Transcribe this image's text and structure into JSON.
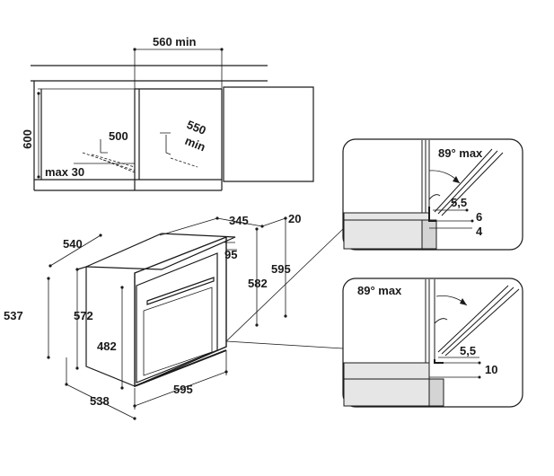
{
  "cabinet": {
    "width_min": "560 min",
    "height": "600",
    "depth": "500",
    "depth_min": "550",
    "depth_min_suffix": "min",
    "bottom_gap": "max 30"
  },
  "oven": {
    "width_top": "540",
    "depth_top": "345",
    "door_offset": "20",
    "side_offset": "95",
    "height_outer": "595",
    "height_inner": "582",
    "height_left": "537",
    "height_left_inner": "572",
    "door_height": "482",
    "bottom_width": "595",
    "bottom_depth": "538"
  },
  "detail_top": {
    "angle": "89° max",
    "d1": "5,5",
    "d2": "6",
    "d3": "4"
  },
  "detail_bottom": {
    "angle": "89° max",
    "d1": "5,5",
    "d2": "10"
  }
}
